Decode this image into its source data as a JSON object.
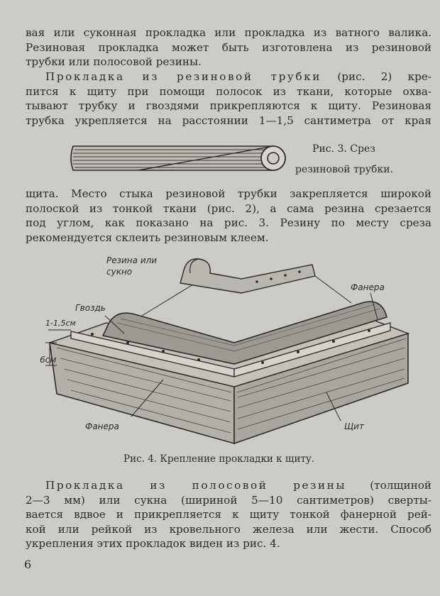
{
  "paragraphs": {
    "p1": [
      "вая или суконная прокладка или прокладка из ватного валика.",
      "Резиновая прокладка может быть изготовлена из резиновой",
      "трубки или полосовой резины."
    ],
    "p2_lead": "Прокладка из резиновой трубки",
    "p2": [
      " (рис. 2) кре-",
      "пится к щиту при помощи полосок из ткани, которые охва-",
      "тывают трубку и гвоздями прикрепляются к щиту. Резиновая",
      "трубка укрепляется на расстоянии 1—1,5 сантиметра от края"
    ],
    "p3": [
      "щита. Место стыка резиновой трубки закрепляется широкой",
      "полоской из тонкой ткани (рис. 2), а сама резина  срезается",
      "под углом, как показано на рис. 3. Резину по месту  среза",
      "рекомендуется склеить резиновым клеем."
    ],
    "p4_lead": "Прокладка из полосовой резины",
    "p4": [
      " (толщиной",
      "2—3 мм) или сукна (шириной 5—10 сантиметров) сверты-",
      "вается вдвое и прикрепляется к щиту тонкой фанерной рей-",
      "кой или рейкой из кровельного железа или жести. Способ",
      "укрепления этих прокладок виден из рис. 4."
    ]
  },
  "figure3": {
    "caption_line1": "Рис. 3. Срез",
    "caption_line2": "резиновой трубки."
  },
  "figure4": {
    "caption": "Рис. 4. Крепление прокладки к щиту.",
    "labels": {
      "rubber_or_cloth_1": "Резина или",
      "rubber_or_cloth_2": "сукно",
      "nail": "Гвоздь",
      "gap": "1-1,5см",
      "height": "6см",
      "plywood_left": "Фанера",
      "plywood_right": "Фанера",
      "shield": "Щит"
    }
  },
  "page_number": "6"
}
